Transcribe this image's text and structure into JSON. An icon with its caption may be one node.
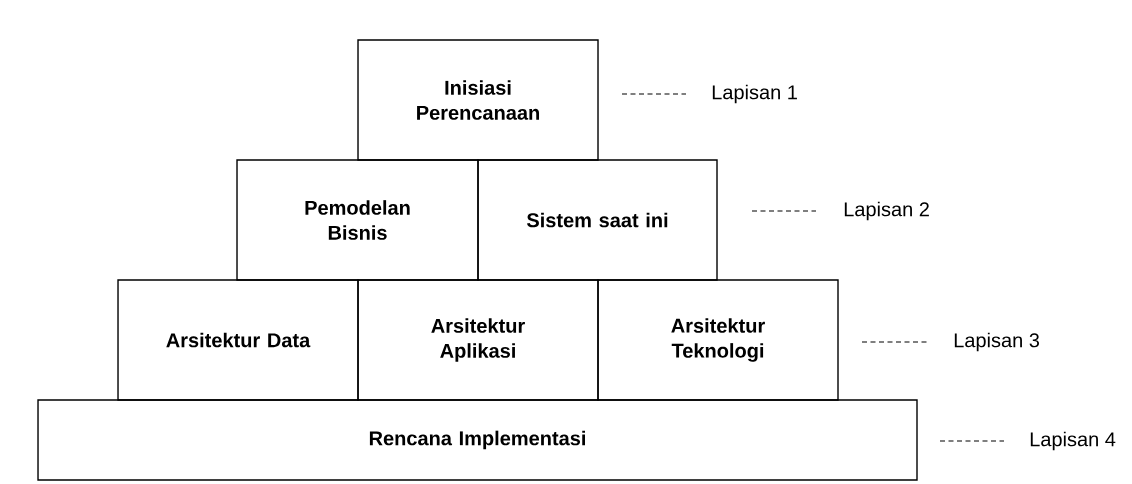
{
  "diagram": {
    "nodes": [
      {
        "text": [
          "Inisiasi Perencanaan"
        ]
      },
      {
        "text": [
          "Pemodelan Bisnis"
        ]
      },
      {
        "text": [
          "Sistem saat ini"
        ]
      },
      {
        "text": [
          "Arsitektur Data"
        ]
      },
      {
        "text": [
          "Arsitektur Aplikasi"
        ]
      },
      {
        "text": [
          "Arsitektur Teknologi"
        ]
      },
      {
        "text": [
          "Rencana Implementasi"
        ]
      }
    ],
    "labels": [
      "Lapisan 1",
      "Lapisan 2",
      "Lapisan 3",
      "Lapisan 4"
    ]
  }
}
